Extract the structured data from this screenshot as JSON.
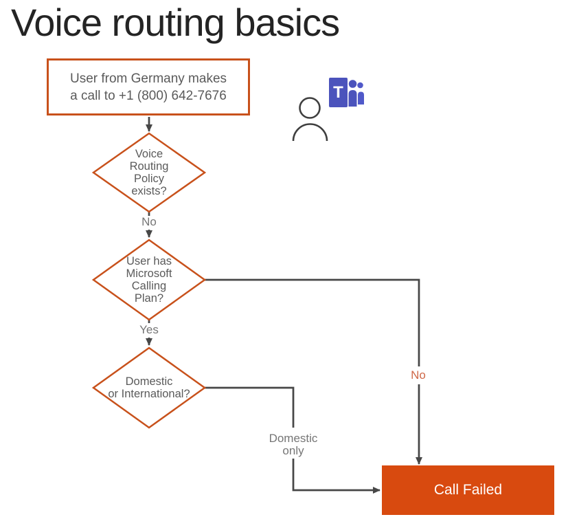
{
  "title": "Voice routing basics",
  "colors": {
    "node_border_orange": "#C8511B",
    "end_node_fill": "#D84A0F",
    "node_text_gray": "#5A5A5A",
    "connector_gray": "#474747",
    "edge_label_gray": "#757575",
    "edge_label_orange": "#CF6848",
    "teams_purple_dark": "#4B53BC",
    "teams_purple_light": "#5059C9"
  },
  "start_node": {
    "line1": "User from Germany makes",
    "line2": "a call to +1 (800) 642-7676"
  },
  "decision_voice_routing_policy": {
    "line1": "Voice",
    "line2": "Routing",
    "line3": "Policy",
    "line4": "exists?"
  },
  "decision_calling_plan": {
    "line1": "User has",
    "line2": "Microsoft",
    "line3": "Calling",
    "line4": "Plan?"
  },
  "decision_domestic_international": {
    "line1": "Domestic",
    "line2": "or International?"
  },
  "end_node": {
    "label": "Call Failed"
  },
  "edge_labels": {
    "no_policy": "No",
    "yes_plan": "Yes",
    "no_plan": "No",
    "domestic_line1": "Domestic",
    "domestic_line2": "only"
  },
  "icons": {
    "person": "person-silhouette-icon",
    "teams": "microsoft-teams-icon",
    "teams_letter": "T"
  }
}
